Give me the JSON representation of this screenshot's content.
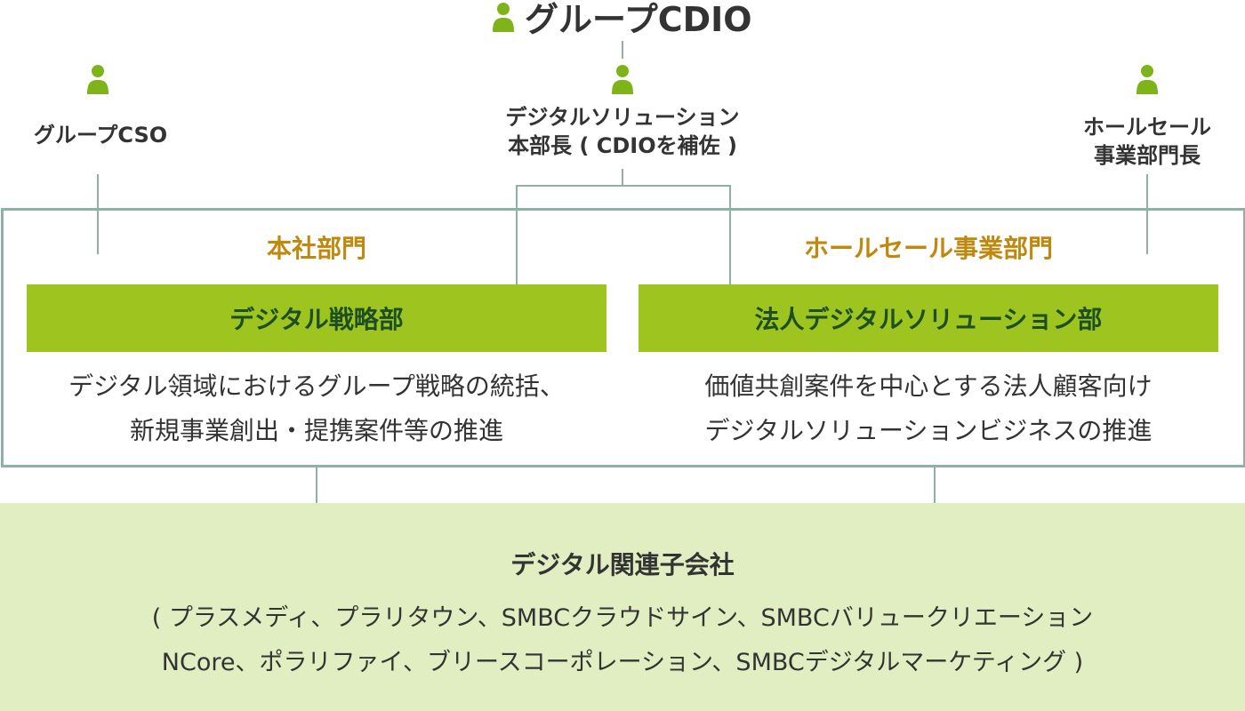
{
  "colors": {
    "accent_green": "#9ec51f",
    "dept_text": "#1e4f24",
    "section_title": "#c0880f",
    "connector": "#8fb0a6",
    "affiliates_bg": "#e1eec1",
    "icon": "#7fb31a"
  },
  "top": {
    "icon": "person-icon",
    "title": "グループCDIO"
  },
  "roles": {
    "cso": {
      "icon": "person-icon",
      "label": "グループCSO"
    },
    "dx_head": {
      "icon": "person-icon",
      "line1": "デジタルソリューション",
      "line2": "本部長 ( CDIOを補佐 )"
    },
    "wholesale_head": {
      "icon": "person-icon",
      "line1": "ホールセール",
      "line2": "事業部門長"
    }
  },
  "sections": {
    "hq": {
      "title": "本社部門",
      "dept": "デジタル戦略部",
      "desc_line1": "デジタル領域におけるグループ戦略の統括、",
      "desc_line2": "新規事業創出・提携案件等の推進"
    },
    "wholesale": {
      "title": "ホールセール事業部門",
      "dept": "法人デジタルソリューション部",
      "desc_line1": "価値共創案件を中心とする法人顧客向け",
      "desc_line2": "デジタルソリューションビジネスの推進"
    }
  },
  "affiliates": {
    "title": "デジタル関連子会社",
    "line1": "( プラスメディ、プラリタウン、SMBCクラウドサイン、SMBCバリュークリエーション",
    "line2": "NCore、ポラリファイ、ブリースコーポレーション、SMBCデジタルマーケティング )"
  }
}
